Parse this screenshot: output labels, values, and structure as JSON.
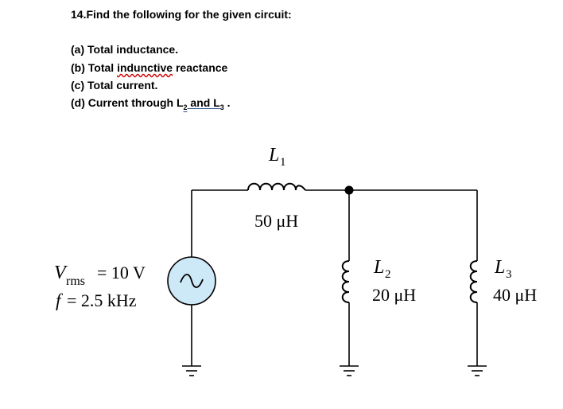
{
  "problem": {
    "title": "14.Find the following for the given circuit:",
    "items": [
      {
        "prefix": "(a) Total inductance.",
        "rest": ""
      },
      {
        "prefix": "(b) Total ",
        "emph": "indunctive",
        "rest": " reactance"
      },
      {
        "prefix": "(c) Total current.",
        "rest": ""
      },
      {
        "prefix": "(d) Current through L",
        "sub2": "2",
        "mid": " and L",
        "sub3": "3",
        "rest": " ."
      }
    ]
  },
  "circuit": {
    "source": {
      "v_symbol": "V",
      "v_sub": "rms",
      "v_value": "= 10 V",
      "f_label": "f",
      "f_value": "= 2.5 kHz"
    },
    "L1": {
      "symbol": "L",
      "sub": "1",
      "value": "50 μH"
    },
    "L2": {
      "symbol": "L",
      "sub": "2",
      "value": "20 μH"
    },
    "L3": {
      "symbol": "L",
      "sub": "3",
      "value": "40 μH"
    }
  }
}
